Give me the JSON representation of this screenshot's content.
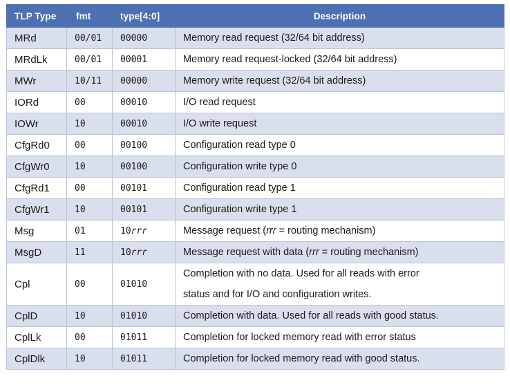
{
  "table": {
    "columns": [
      {
        "key": "tlp_type",
        "label": "TLP Type",
        "align": "left"
      },
      {
        "key": "fmt",
        "label": "fmt",
        "align": "left"
      },
      {
        "key": "type",
        "label": "type[4:0]",
        "align": "left"
      },
      {
        "key": "description",
        "label": "Description",
        "align": "center"
      }
    ],
    "colors": {
      "header_bg": "#4d70b3",
      "header_fg": "#ffffff",
      "row_odd_bg": "#d9dfec",
      "row_even_bg": "#ffffff",
      "border": "#b8c4da",
      "text": "#1a1a1a"
    },
    "rows": [
      {
        "tlp_type": "MRd",
        "fmt": "00/01",
        "type": "00000",
        "description": "Memory read request (32/64 bit address)"
      },
      {
        "tlp_type": "MRdLk",
        "fmt": "00/01",
        "type": "00001",
        "description": "Memory read request-locked (32/64 bit address)"
      },
      {
        "tlp_type": "MWr",
        "fmt": "10/11",
        "type": "00000",
        "description": "Memory write request (32/64 bit address)"
      },
      {
        "tlp_type": "IORd",
        "fmt": "00",
        "type": "00010",
        "description": "I/O read request"
      },
      {
        "tlp_type": "IOWr",
        "fmt": "10",
        "type": "00010",
        "description": "I/O write request"
      },
      {
        "tlp_type": "CfgRd0",
        "fmt": "00",
        "type": "00100",
        "description": "Configuration read type 0"
      },
      {
        "tlp_type": "CfgWr0",
        "fmt": "10",
        "type": "00100",
        "description": "Configuration write type 0"
      },
      {
        "tlp_type": "CfgRd1",
        "fmt": "00",
        "type": "00101",
        "description": "Configuration read type 1"
      },
      {
        "tlp_type": "CfgWr1",
        "fmt": "10",
        "type": "00101",
        "description": "Configuration write type 1"
      },
      {
        "tlp_type": "Msg",
        "fmt": "01",
        "type": "10rrr",
        "type_prefix": "10",
        "type_italic": "rrr",
        "description": "Message request (rrr = routing mechanism)",
        "description_parts": [
          {
            "text": "Message request (",
            "italic": false
          },
          {
            "text": "rrr",
            "italic": true
          },
          {
            "text": " = routing mechanism)",
            "italic": false
          }
        ]
      },
      {
        "tlp_type": "MsgD",
        "fmt": "11",
        "type": "10rrr",
        "type_prefix": "10",
        "type_italic": "rrr",
        "description": "Message request with data (rrr = routing mechanism)",
        "description_parts": [
          {
            "text": "Message request with data (",
            "italic": false
          },
          {
            "text": "rrr",
            "italic": true
          },
          {
            "text": " = routing mechanism)",
            "italic": false
          }
        ]
      },
      {
        "tlp_type": "Cpl",
        "fmt": "00",
        "type": "01010",
        "description": "Completion with no data. Used for all reads with error status and for I/O and configuration writes.",
        "description_lines": [
          "Completion with no data. Used for all reads with error",
          "status and for I/O and configuration writes."
        ]
      },
      {
        "tlp_type": "CplD",
        "fmt": "10",
        "type": "01010",
        "description": "Completion with data. Used for all reads with good status."
      },
      {
        "tlp_type": "CplLk",
        "fmt": "00",
        "type": "01011",
        "description": "Completion for locked memory read with error status"
      },
      {
        "tlp_type": "CplDlk",
        "fmt": "10",
        "type": "01011",
        "description": "Completion for locked memory read with good status."
      }
    ]
  }
}
